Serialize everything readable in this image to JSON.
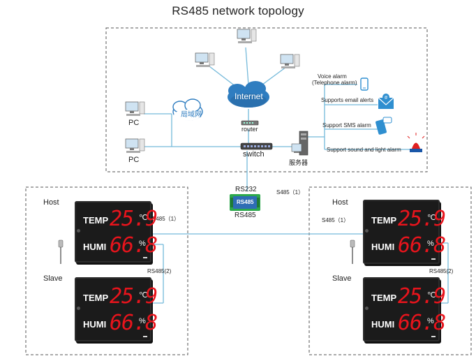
{
  "title": "RS485 network topology",
  "network": {
    "internet_label": "Internet",
    "router_label": "router",
    "switch_label": "switch",
    "lan_label": "局域网",
    "pc_label": "PC",
    "server_label": "服务器"
  },
  "alarms": {
    "voice_line1": "Voice alarm",
    "voice_line2": "(Telephone alarm)",
    "email": "Supports email alerts",
    "sms": "Support SMS alarm",
    "sound_light": "Support sound and light alarm"
  },
  "converter": {
    "top_label": "RS232",
    "body_label": "RS485",
    "bottom_label": "RS485",
    "right_label": "S485（1）"
  },
  "left_group": {
    "host_label": "Host",
    "slave_label": "Slave",
    "s485_1": "S485（1）",
    "rs485_2": "RS485(2)"
  },
  "right_group": {
    "host_label": "Host",
    "slave_label": "Slave",
    "s485_1": "S485（1）",
    "rs485_2": "RS485(2)"
  },
  "display": {
    "temp_label": "TEMP",
    "temp_value": "25.9",
    "temp_unit": "℃",
    "humi_label": "HUMI",
    "humi_value": "66.8",
    "humi_unit": "%"
  },
  "colors": {
    "line": "#74b9da",
    "dashed_border": "#555555",
    "led_red": "#e8141c",
    "converter_green": "#2ca84c",
    "converter_blue": "#2e6db5",
    "cloud": "#2f7dc0"
  }
}
